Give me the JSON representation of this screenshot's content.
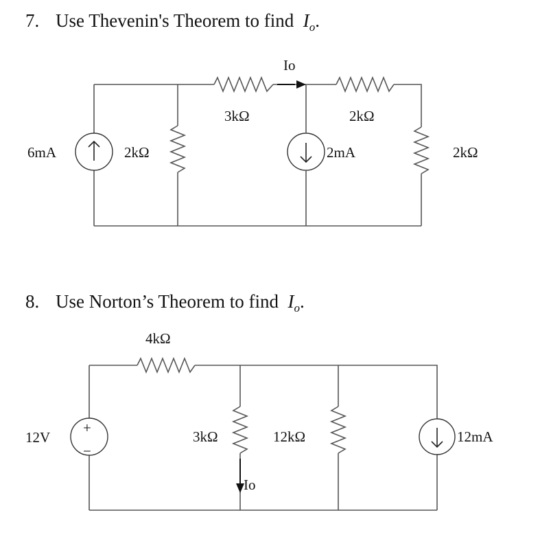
{
  "problems": [
    {
      "number": "7.",
      "text": "Use Thevenin's Theorem to find",
      "var": "I",
      "sub": "o",
      "tail": ".",
      "labels": {
        "source": "6mA",
        "r_left": "2kΩ",
        "r_top_left": "3kΩ",
        "current": "Io",
        "r_top_right": "2kΩ",
        "source_mid": "2mA",
        "r_right": "2kΩ"
      }
    },
    {
      "number": "8.",
      "text": "Use Norton’s Theorem to find",
      "var": "I",
      "sub": "o",
      "tail": ".",
      "labels": {
        "r_top": "4kΩ",
        "source_v": "12V",
        "plus": "+",
        "minus": "−",
        "r_mid": "3kΩ",
        "current": "Io",
        "r_mid2": "12kΩ",
        "source_i": "12mA"
      }
    }
  ]
}
